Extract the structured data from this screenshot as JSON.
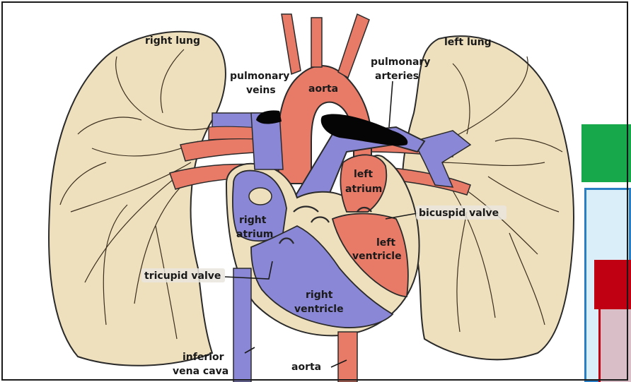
{
  "labels": {
    "right_lung": "right lung",
    "left_lung": "left lung",
    "pulmonary_veins_1": "pulmonary",
    "pulmonary_veins_2": "veins",
    "aorta_top": "aorta",
    "pulmonary_arteries_1": "pulmonary",
    "pulmonary_arteries_2": "arteries",
    "left_atrium_1": "left",
    "left_atrium_2": "atrium",
    "right_atrium_1": "right",
    "right_atrium_2": "atrium",
    "bicuspid_valve": "bicuspid valve",
    "left_ventricle_1": "left",
    "left_ventricle_2": "ventricle",
    "tricuspid_valve": "tricupid valve",
    "right_ventricle_1": "right",
    "right_ventricle_2": "ventricle",
    "inferior_vena_cava_1": "inferior",
    "inferior_vena_cava_2": "vena cava",
    "aorta_bottom": "aorta"
  },
  "colors": {
    "lung": "#efe0bd",
    "oxygenated": "#e87a68",
    "deoxygenated": "#8a87d6",
    "outline": "#2a2a2a",
    "redaction": "#050505",
    "panel_green": "#16a84a",
    "panel_blue": "#d9eef9",
    "panel_red": "#c00012",
    "panel_pink": "#d9bec7"
  }
}
